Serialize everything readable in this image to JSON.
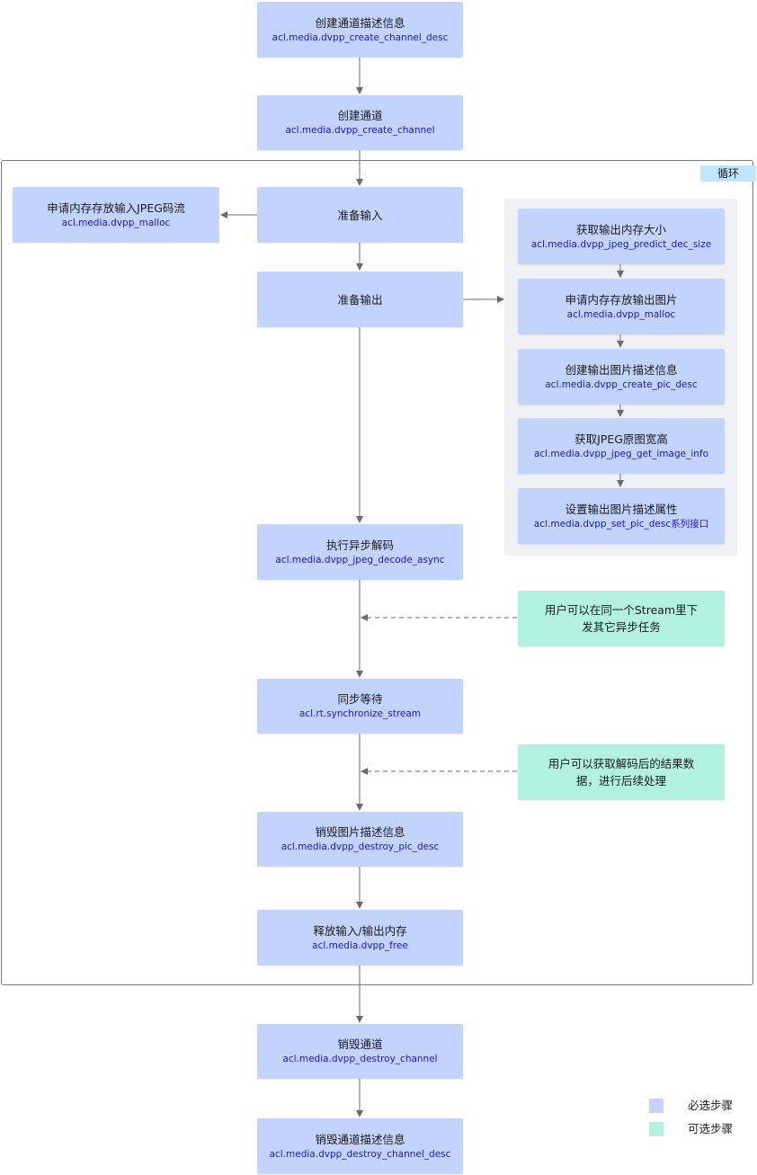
{
  "loop_label": "循环",
  "nodes": {
    "create_channel_desc": {
      "title": "创建通道描述信息",
      "api": "acl.media.dvpp_create_channel_desc"
    },
    "create_channel": {
      "title": "创建通道",
      "api": "acl.media.dvpp_create_channel"
    },
    "malloc_input": {
      "title": "申请内存存放输入JPEG码流",
      "api": "acl.media.dvpp_malloc"
    },
    "prepare_input": {
      "title": "准备输入"
    },
    "prepare_output": {
      "title": "准备输出"
    },
    "predict_size": {
      "title": "获取输出内存大小",
      "api": "acl.media.dvpp_jpeg_predict_dec_size"
    },
    "malloc_output": {
      "title": "申请内存存放输出图片",
      "api": "acl.media.dvpp_malloc"
    },
    "create_pic_desc": {
      "title": "创建输出图片描述信息",
      "api": "acl.media.dvpp_create_pic_desc"
    },
    "get_image_info": {
      "title": "获取JPEG原图宽高",
      "api": "acl.media.dvpp_jpeg_get_image_info"
    },
    "set_pic_desc": {
      "title": "设置输出图片描述属性",
      "api": "acl.media.dvpp_set_pic_desc系列接口"
    },
    "decode_async": {
      "title": "执行异步解码",
      "api": "acl.media.dvpp_jpeg_decode_async"
    },
    "note_async": {
      "title": "用户可以在同一个Stream里下发其它异步任务"
    },
    "sync_wait": {
      "title": "同步等待",
      "api": "acl.rt.synchronize_stream"
    },
    "note_result": {
      "title": "用户可以获取解码后的结果数据，进行后续处理"
    },
    "destroy_pic_desc": {
      "title": "销毁图片描述信息",
      "api": "acl.media.dvpp_destroy_pic_desc"
    },
    "free_mem": {
      "title": "释放输入/输出内存",
      "api": "acl.media.dvpp_free"
    },
    "destroy_channel": {
      "title": "销毁通道",
      "api": "acl.media.dvpp_destroy_channel"
    },
    "destroy_channel_desc": {
      "title": "销毁通道描述信息",
      "api": "acl.media.dvpp_destroy_channel_desc"
    }
  },
  "legend": {
    "required": {
      "label": "必选步骤",
      "color": "#c2d4fd"
    },
    "optional": {
      "label": "可选步骤",
      "color": "#b2f0e0"
    }
  },
  "colors": {
    "api_text": "#1515d8",
    "edge": "#6b6b6b",
    "group_bg": "#eff0f3",
    "loop_label_bg": "#bfe6ff"
  }
}
